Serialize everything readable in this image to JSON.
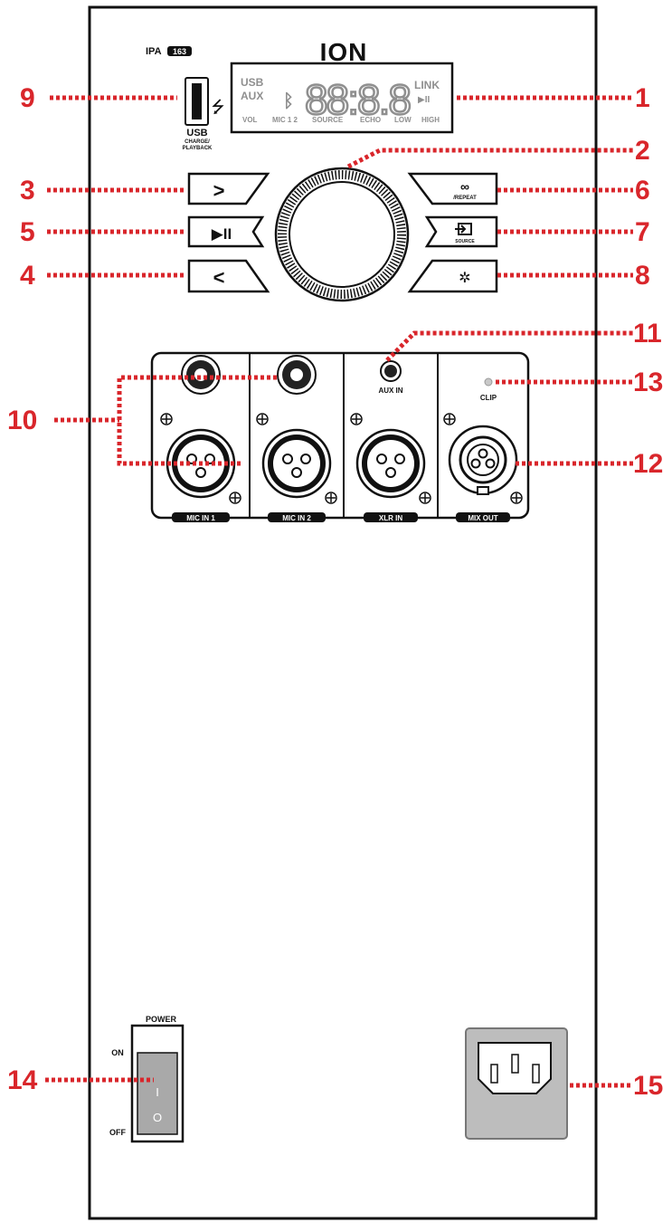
{
  "brand": "ION",
  "ipa_badge": {
    "prefix": "IPA",
    "code": "163"
  },
  "usb_port": {
    "label": "USB",
    "sublabel_line1": "CHARGE/",
    "sublabel_line2": "PLAYBACK"
  },
  "lcd": {
    "usb": "USB",
    "aux": "AUX",
    "digits": "88:8.8",
    "link": "LINK",
    "play_pause": "▶II",
    "vol": "VOL",
    "mic12": "MIC 1 2",
    "source": "SOURCE",
    "echo": "ECHO",
    "low": "LOW",
    "high": "HIGH"
  },
  "buttons": {
    "next_symbol": ">",
    "play_pause_symbol": "▶II",
    "prev_symbol": "<",
    "repeat_label": "/REPEAT",
    "source_label": "SOURCE"
  },
  "inputs": {
    "mic_in_1": "MIC IN 1",
    "mic_in_2": "MIC IN 2",
    "xlr_in": "XLR IN",
    "mix_out": "MIX OUT",
    "aux_in": "AUX IN",
    "clip": "CLIP"
  },
  "power": {
    "label": "POWER",
    "on": "ON",
    "off": "OFF",
    "on_mark": "I",
    "off_mark": "O"
  },
  "callouts": {
    "c1": "1",
    "c2": "2",
    "c3": "3",
    "c4": "4",
    "c5": "5",
    "c6": "6",
    "c7": "7",
    "c8": "8",
    "c9": "9",
    "c10": "10",
    "c11": "11",
    "c12": "12",
    "c13": "13",
    "c14": "14",
    "c15": "15"
  },
  "colors": {
    "callout": "#d9262b",
    "outline": "#111111",
    "lcd_text": "#8f8f8f"
  }
}
